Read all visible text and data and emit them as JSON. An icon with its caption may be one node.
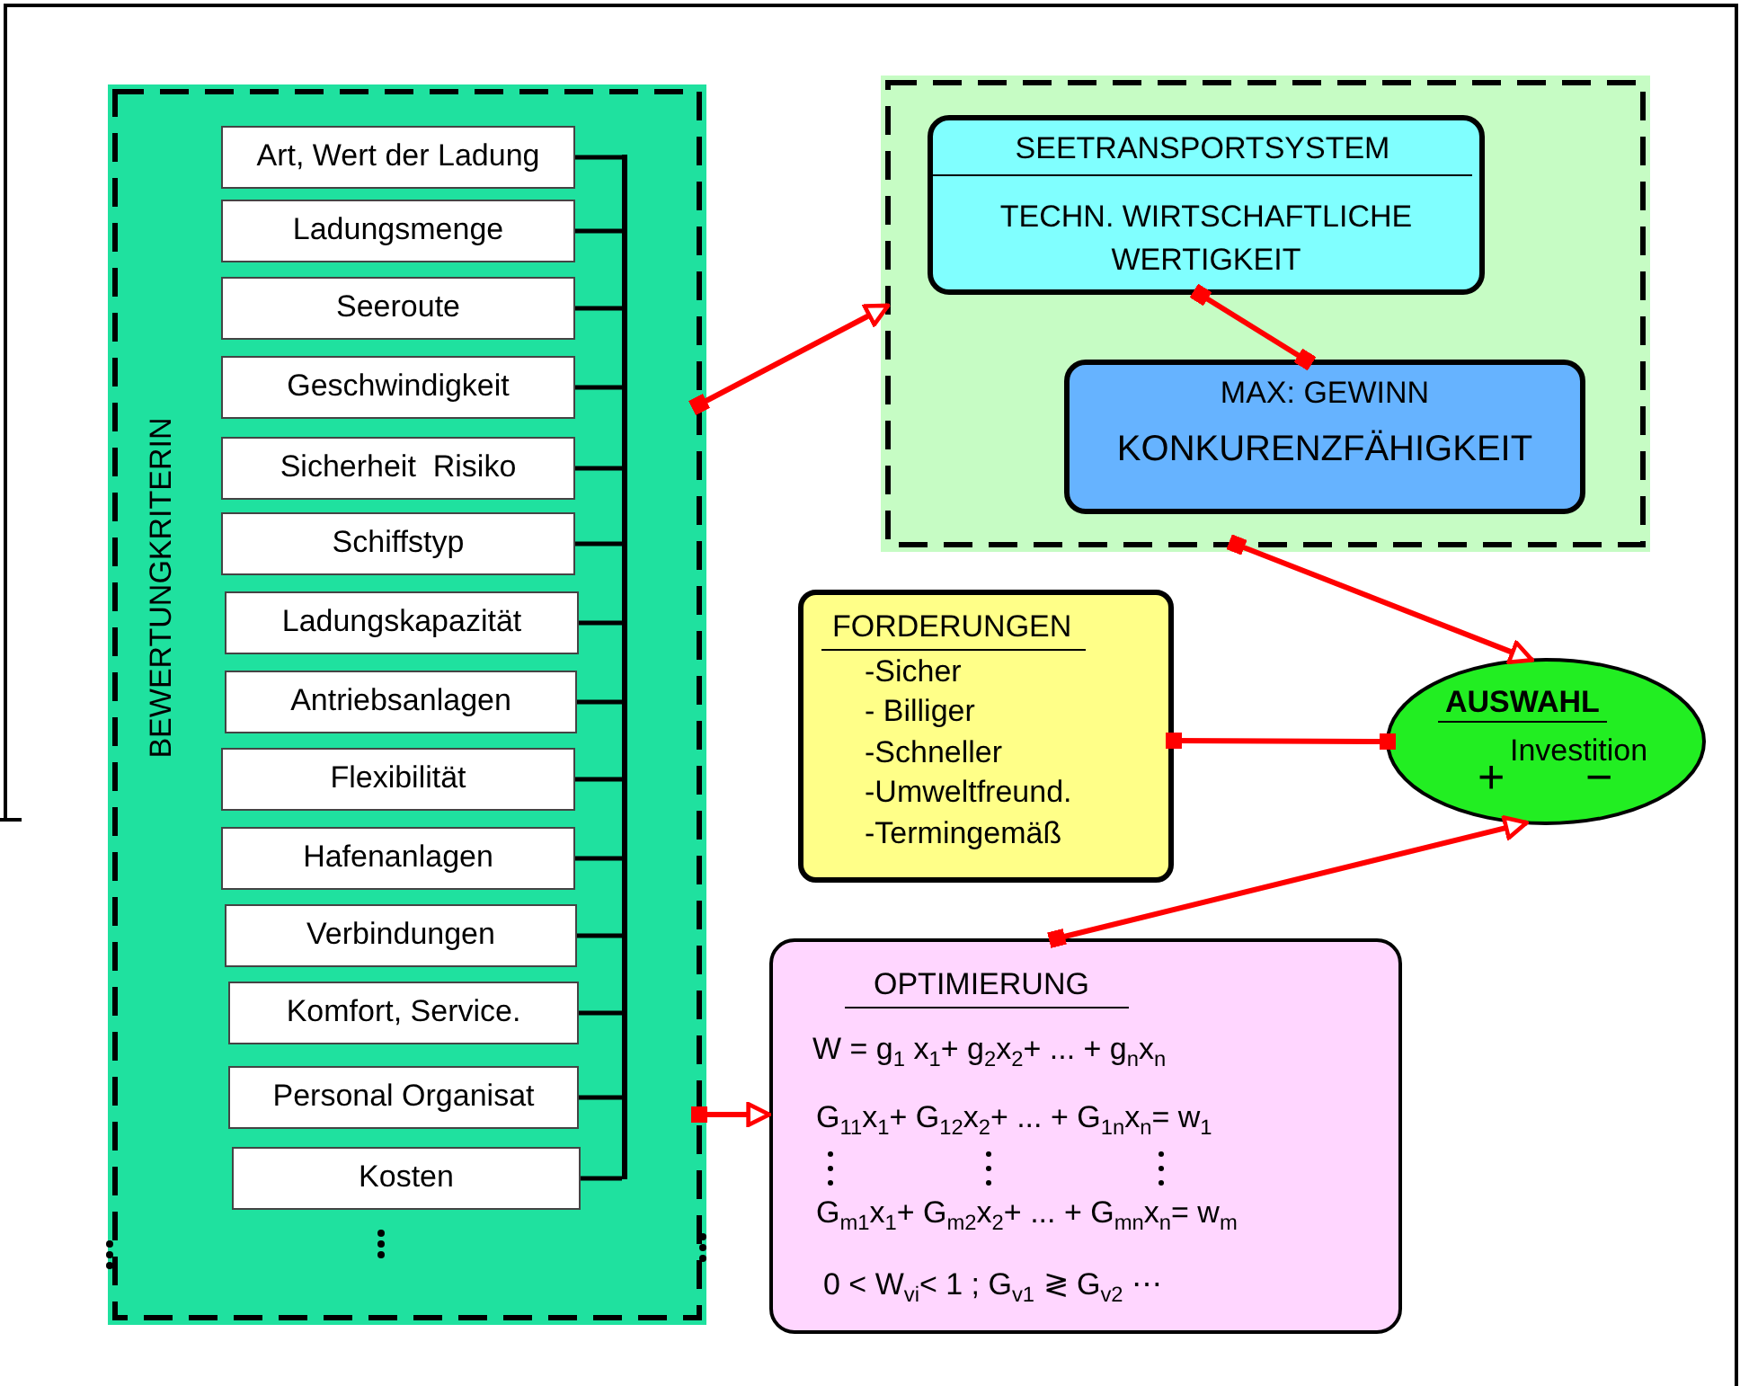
{
  "diagram": {
    "nodes": [
      {
        "text": [
          "BEWERTUNGKRITERIN"
        ]
      },
      {
        "text": [
          "Art, Wert der Ladung"
        ],
        "in": 0
      },
      {
        "text": [
          "Ladungsmenge"
        ],
        "in": 0
      },
      {
        "text": [
          "Seeroute"
        ],
        "in": 0
      },
      {
        "text": [
          "Geschwindigkeit"
        ],
        "in": 0
      },
      {
        "text": [
          "Sicherheit  Risiko"
        ],
        "in": 0
      },
      {
        "text": [
          "Schiffstyp"
        ],
        "in": 0
      },
      {
        "text": [
          "Ladungskapazität"
        ],
        "in": 0
      },
      {
        "text": [
          "Antriebsanlagen"
        ],
        "in": 0
      },
      {
        "text": [
          "Flexibilität"
        ],
        "in": 0
      },
      {
        "text": [
          "Hafenanlagen"
        ],
        "in": 0
      },
      {
        "text": [
          "Verbindungen"
        ],
        "in": 0
      },
      {
        "text": [
          "Komfort, Service."
        ],
        "in": 0
      },
      {
        "text": [
          "Personal Organisat"
        ],
        "in": 0
      },
      {
        "text": [
          "Kosten"
        ],
        "in": 0
      },
      {
        "text": [],
        "shape": "box"
      },
      {
        "text": [
          "SEETRANSPORTSYSTEM",
          "TECHN. WIRTSCHAFTLICHE WERTIGKEIT"
        ],
        "in": 15
      },
      {
        "text": [
          "MAX: GEWINN",
          "KONKURENZFÄHIGKEIT"
        ],
        "in": 15
      },
      {
        "text": [
          "FORDERUNGEN",
          "-Sicher",
          "- Billiger",
          "-Schneller",
          "-Umweltfreund.",
          "-Termingemäß"
        ]
      },
      {
        "text": [
          "AUSWAHL",
          "Investition",
          "+",
          "−"
        ]
      },
      {
        "text": [
          "OPTIMIERUNG",
          "W = g$_{1}$ x$_{1}$+ g$_{2}$x$_{2}$+ ... + g$_{n}$x$_{n}$",
          "G$_{11}$x$_{1}$+ G$_{12}$x$_{2}$+ ... + G$_{1n}$x$_{n}$= w$_{1}$",
          "G$_{m1}$x$_{1}$+ G$_{m2}$x$_{2}$+ ... + G$_{mn}$x$_{n}$= w$_{m}$",
          "0 < W$_{vi}$< 1 ; G$_{v1}$ ≷ G$_{v2}$ ⋯"
        ]
      },
      {
        "text": [],
        "shape": "bar",
        "in": 0
      }
    ],
    "edges": [
      {
        "from": 0,
        "to": 15,
        "arrow": "to",
        "color": "#ff0000"
      },
      {
        "from": 16,
        "to": 17,
        "arrow": "other",
        "color": "#ff0000"
      },
      {
        "from": 15,
        "to": 19,
        "arrow": "to",
        "color": "#ff0000"
      },
      {
        "from": 18,
        "to": 19,
        "arrow": "other",
        "color": "#ff0000"
      },
      {
        "from": 20,
        "to": 19,
        "arrow": "to",
        "color": "#ff0000"
      },
      {
        "from": 0,
        "to": 20,
        "arrow": "to",
        "color": "#ff0000"
      },
      {
        "from": 1,
        "to": 21,
        "arrow": "none"
      },
      {
        "from": 2,
        "to": 21,
        "arrow": "none"
      },
      {
        "from": 3,
        "to": 21,
        "arrow": "none"
      },
      {
        "from": 4,
        "to": 21,
        "arrow": "none"
      },
      {
        "from": 5,
        "to": 21,
        "arrow": "none"
      },
      {
        "from": 6,
        "to": 21,
        "arrow": "none"
      },
      {
        "from": 7,
        "to": 21,
        "arrow": "none"
      },
      {
        "from": 8,
        "to": 21,
        "arrow": "none"
      },
      {
        "from": 9,
        "to": 21,
        "arrow": "none"
      },
      {
        "from": 10,
        "to": 21,
        "arrow": "none"
      },
      {
        "from": 11,
        "to": 21,
        "arrow": "none"
      },
      {
        "from": 12,
        "to": 21,
        "arrow": "none"
      },
      {
        "from": 13,
        "to": 21,
        "arrow": "none"
      },
      {
        "from": 14,
        "to": 21,
        "arrow": "none"
      }
    ]
  }
}
